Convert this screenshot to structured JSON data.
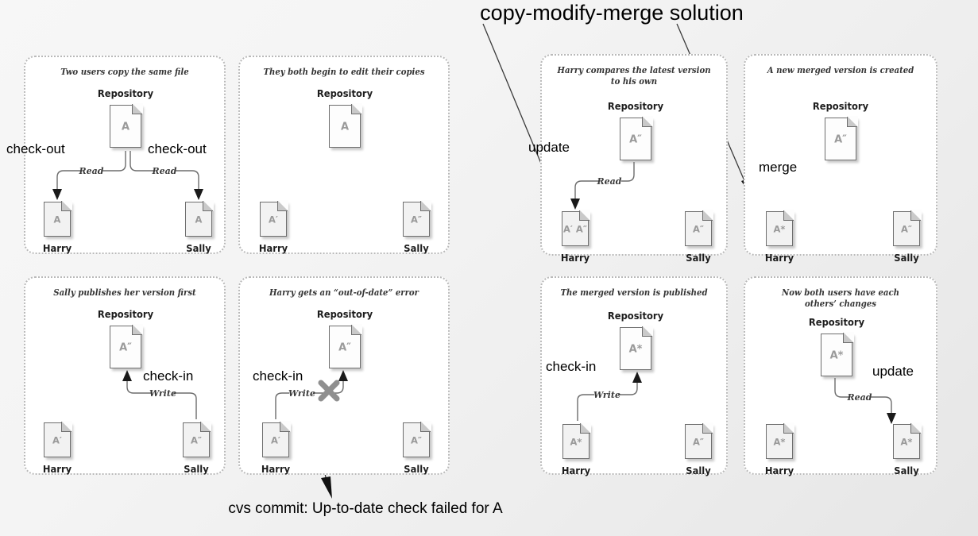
{
  "title": "copy-modify-merge solution",
  "bottom_caption": "cvs commit: Up-to-date check failed for A",
  "labels": {
    "repository": "Repository",
    "harry": "Harry",
    "sally": "Sally",
    "read": "Read",
    "write": "Write",
    "check_out": "check-out",
    "check_in": "check-in",
    "update": "update",
    "merge": "merge"
  },
  "panels": [
    {
      "id": "p1",
      "title": "Two users copy the same file",
      "repo_version": "A",
      "harry_version": "A",
      "sally_version": "A",
      "connectors": [
        "Read",
        "Read"
      ],
      "annotations": [
        "check-out",
        "check-out"
      ]
    },
    {
      "id": "p2",
      "title": "They both begin to edit their copies",
      "repo_version": "A",
      "harry_version": "A′",
      "sally_version": "A″",
      "connectors": [],
      "annotations": []
    },
    {
      "id": "p3",
      "title": "Sally publishes her version first",
      "repo_version": "A″",
      "harry_version": "A′",
      "sally_version": "A″",
      "connectors": [
        "Write"
      ],
      "annotations": [
        "check-in"
      ]
    },
    {
      "id": "p4",
      "title": "Harry gets an “out-of-date” error",
      "repo_version": "A″",
      "harry_version": "A′",
      "sally_version": "A″",
      "connectors": [
        "Write"
      ],
      "annotations": [
        "check-in"
      ]
    },
    {
      "id": "p5",
      "title_line1": "Harry compares the latest version",
      "title_line2": "to his own",
      "repo_version": "A″",
      "harry_version": "A′ A″",
      "sally_version": "A″",
      "connectors": [
        "Read"
      ],
      "annotations": [
        "update"
      ]
    },
    {
      "id": "p6",
      "title": "A new merged version is created",
      "repo_version": "A″",
      "harry_version": "A*",
      "sally_version": "A″",
      "connectors": [],
      "annotations": [
        "merge"
      ]
    },
    {
      "id": "p7",
      "title": "The merged version is published",
      "repo_version": "A*",
      "harry_version": "A*",
      "sally_version": "A″",
      "connectors": [
        "Write"
      ],
      "annotations": [
        "check-in"
      ]
    },
    {
      "id": "p8",
      "title_line1": "Now both users have each",
      "title_line2": "others’ changes",
      "repo_version": "A*",
      "harry_version": "A*",
      "sally_version": "A*",
      "connectors": [
        "Read"
      ],
      "annotations": [
        "update"
      ]
    }
  ],
  "colors": {
    "background_light": "#f7f7f7",
    "background_dark": "#e6e6e6",
    "panel_border": "#b9b9b9",
    "doc_fill": "#f2f2f2",
    "doc_stroke": "#6e6e6e",
    "doc_letter": "#9a9a9a",
    "text": "#000000",
    "connector": "#6d6d6d"
  }
}
